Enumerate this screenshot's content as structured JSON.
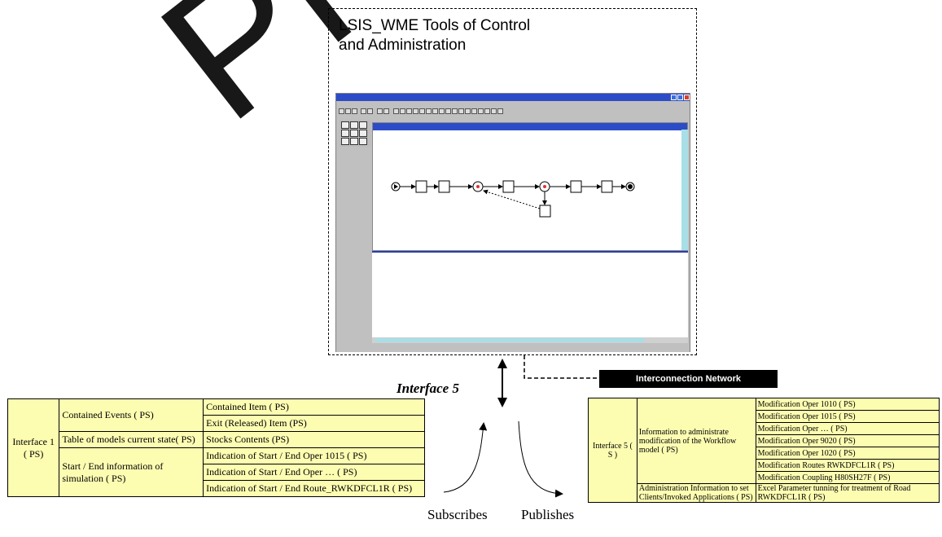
{
  "watermark": "Pre",
  "tools_box": {
    "title_line1": "LSIS_WME Tools of Control",
    "title_line2": "and Administration"
  },
  "interface5_label": "Interface 5",
  "network_label": "Interconnection Network",
  "subscribes_label": "Subscribes",
  "publishes_label": "Publishes",
  "left_table": {
    "interface": "Interface 1 ( PS)",
    "groups": [
      {
        "category": "Contained Events ( PS)",
        "items": [
          "Contained Item ( PS)",
          "Exit (Released) Item  (PS)"
        ]
      },
      {
        "category": "Table of  models current state( PS)",
        "items": [
          "Stocks Contents  (PS)"
        ]
      },
      {
        "category": "Start / End information of simulation ( PS)",
        "items": [
          "Indication of Start / End Oper 1015 ( PS)",
          "Indication of Start / End Oper … ( PS)",
          "Indication of Start / End Route_RWKDFCL1R ( PS)"
        ]
      }
    ]
  },
  "right_table": {
    "interface": "Interface 5 ( S )",
    "groups": [
      {
        "category": "Information to administrate modification of the Workflow model ( PS)",
        "items": [
          "Modification Oper 1010 ( PS)",
          "Modification Oper 1015 ( PS)",
          "Modification Oper … ( PS)",
          "Modification Oper 9020 ( PS)",
          "Modification Oper 1020 ( PS)",
          "Modification Routes RWKDFCL1R ( PS)",
          "Modification Coupling H80SH27F ( PS)"
        ]
      },
      {
        "category": "Administration Information to set Clients/Invoked Applications ( PS)",
        "items": [
          "Excel Parameter tunning for treatment of Road RWKDFCL1R ( PS)"
        ]
      }
    ]
  },
  "colors": {
    "table_fill": "#fdfdb2",
    "titlebar": "#2c4cc7",
    "network_box": "#000000"
  }
}
